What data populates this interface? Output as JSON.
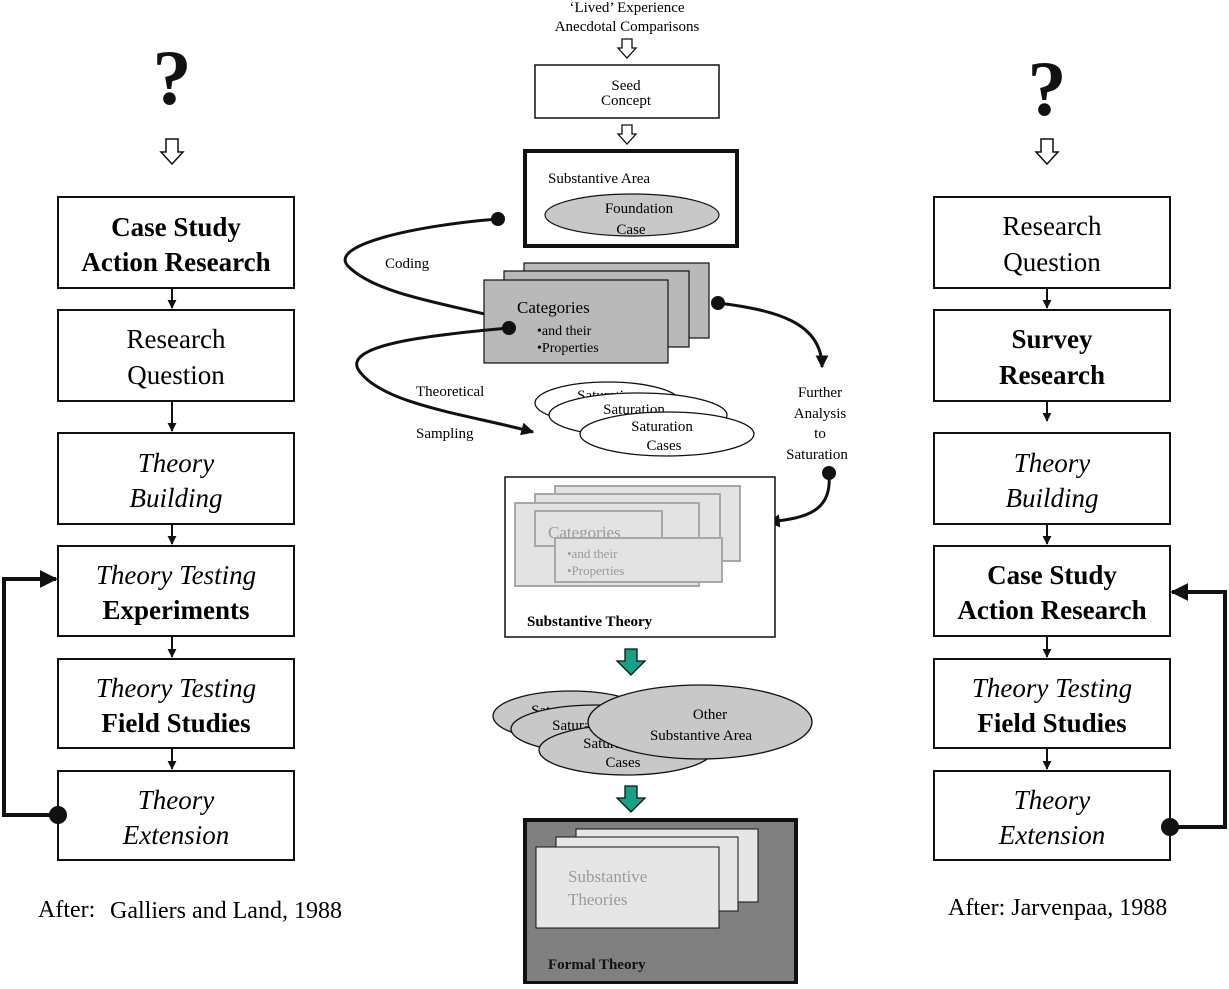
{
  "left_column": {
    "question_mark": "?",
    "boxes": [
      {
        "lines": [
          "Case Study",
          "Action Research"
        ],
        "style": "bold"
      },
      {
        "lines": [
          "Research",
          "Question"
        ],
        "style": "normal"
      },
      {
        "lines": [
          "Theory",
          "Building"
        ],
        "style": "italic"
      },
      {
        "lines": [
          "Theory Testing",
          "Experiments"
        ],
        "style": "italic-bold"
      },
      {
        "lines": [
          "Theory Testing",
          "Field Studies"
        ],
        "style": "italic-bold"
      },
      {
        "lines": [
          "Theory",
          "Extension"
        ],
        "style": "italic"
      }
    ],
    "after_prefix": "After:",
    "after_citation": "Galliers and Land, 1988"
  },
  "right_column": {
    "question_mark": "?",
    "boxes": [
      {
        "lines": [
          "Research",
          "Question"
        ],
        "style": "normal"
      },
      {
        "lines": [
          "Survey",
          "Research"
        ],
        "style": "bold"
      },
      {
        "lines": [
          "Theory",
          "Building"
        ],
        "style": "italic"
      },
      {
        "lines": [
          "Case Study",
          "Action Research"
        ],
        "style": "bold"
      },
      {
        "lines": [
          "Theory Testing",
          "Field Studies"
        ],
        "style": "italic-bold"
      },
      {
        "lines": [
          "Theory",
          "Extension"
        ],
        "style": "italic"
      }
    ],
    "after_text": "After: Jarvenpaa, 1988"
  },
  "center": {
    "top_lines": [
      "‘Lived’ Experience",
      "Anecdotal Comparisons"
    ],
    "seed_concept": [
      "Seed",
      "Concept"
    ],
    "substantive_area": "Substantive Area",
    "foundation_case": [
      "Foundation",
      "Case"
    ],
    "coding": "Coding",
    "categories": "Categories",
    "and_their": "•and their",
    "properties": "•Properties",
    "theoretical": "Theoretical",
    "sampling": "Sampling",
    "saturation_1": "Saturation",
    "saturation_2": "Saturation",
    "saturation_cases": [
      "Saturation",
      "Cases"
    ],
    "further_analysis": [
      "Further",
      "Analysis",
      "to",
      "Saturation"
    ],
    "faded_categories": "Categories",
    "faded_and_their": "•and their",
    "faded_properties": "•Properties",
    "substantive_theory": "Substantive Theory",
    "lower_saturation_1": "Saturation",
    "lower_saturation_2": "Saturation",
    "lower_saturation_cases": [
      "Saturation",
      "Cases"
    ],
    "other_area": [
      "Other",
      "Substantive Area"
    ],
    "substantive_theories": [
      "Substantive",
      "Theories"
    ],
    "formal_theory": "Formal Theory"
  },
  "colors": {
    "ink": "#111111",
    "category_gray": "#b9b9b9",
    "ellipse_gray": "#c8c8c8",
    "faded_stroke": "#a8a8a8",
    "faded_fill": "#e3e3e3",
    "faded_text": "#9a9a9a",
    "teal_arrow": "#16a085",
    "formal_bg": "#808080",
    "formal_card": "#e6e6e6"
  }
}
